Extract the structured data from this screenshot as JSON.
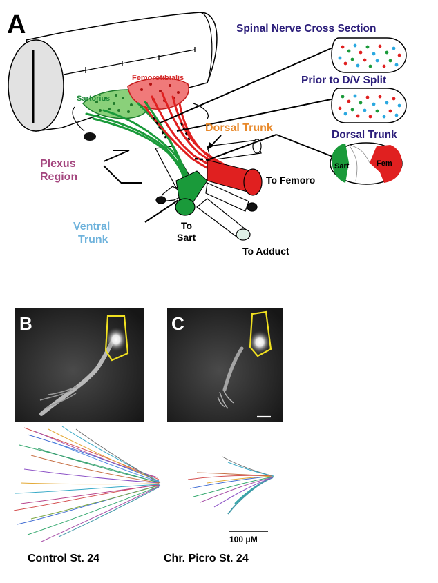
{
  "panel_a": {
    "letter": "A",
    "labels": {
      "spinal_nerve_cross_section": "Spinal Nerve Cross Section",
      "prior_to_dv_split": "Prior to D/V Split",
      "dorsal_trunk_right": "Dorsal Trunk",
      "dorsal_trunk_orange": "Dorsal Trunk",
      "sartorius": "Sartorius",
      "femorotibialis": "Femorotibialis",
      "plexus_line1": "Plexus",
      "plexus_line2": "Region",
      "ventral_line1": "Ventral",
      "ventral_line2": "Trunk",
      "to_sart_line1": "To",
      "to_sart_line2": "Sart",
      "to_femoro": "To Femoro",
      "to_adduct": "To Adduct",
      "sart_abbrev": "Sart",
      "fem_abbrev": "Fem"
    }
  },
  "panel_b": {
    "letter": "B",
    "caption": "Control St. 24"
  },
  "panel_c": {
    "letter": "C",
    "caption": "Chr. Picro St. 24"
  },
  "scale_bar": {
    "label": "100 μM"
  },
  "colors": {
    "navy": "#2b1d7a",
    "orange": "#e8892b",
    "purple": "#a4457e",
    "light_blue": "#6fb3dc",
    "green_label": "#1f8a3a",
    "red_label": "#d62b2b",
    "green": "#1a9a3a",
    "red": "#e02020",
    "outline_yellow": "#f0e020"
  }
}
